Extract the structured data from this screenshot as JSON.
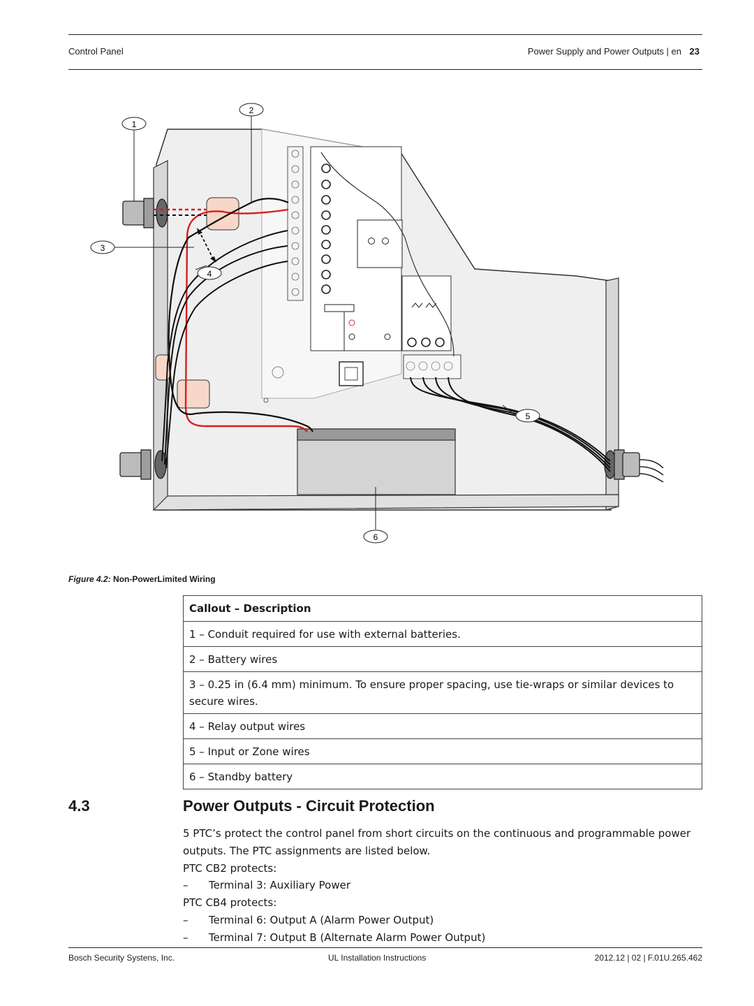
{
  "header": {
    "left": "Control Panel",
    "right": "Power Supply and Power Outputs | en",
    "page": "23"
  },
  "figure": {
    "callout_numbers": [
      "1",
      "2",
      "3",
      "4",
      "5",
      "6"
    ],
    "caption_label": "Figure 4.2:",
    "caption_title": "Non-PowerLimited Wiring",
    "colors": {
      "wire_red": "#d81e1e",
      "wire_black": "#111111",
      "enclosure": "#ececec",
      "battery": "#d4d4d4",
      "highlight": "#f6d7c8"
    }
  },
  "table": {
    "header": "Callout – Description",
    "rows": [
      "1 – Conduit required for use with external batteries.",
      "2 – Battery wires",
      "3 – 0.25 in (6.4 mm) minimum. To ensure proper spacing, use tie-wraps or similar devices to secure wires.",
      "4 – Relay output wires",
      "5 – Input or Zone wires",
      "6 – Standby battery"
    ]
  },
  "section": {
    "number": "4.3",
    "title": "Power Outputs - Circuit Protection",
    "intro": "5 PTC’s protect the control panel from short circuits on the continuous and programmable power outputs. The PTC assignments are listed below.",
    "cb2_label": "PTC CB2 protects:",
    "cb2_items": [
      "Terminal 3: Auxiliary Power"
    ],
    "cb4_label": "PTC CB4 protects:",
    "cb4_items": [
      "Terminal 6: Output A (Alarm Power Output)",
      "Terminal 7: Output B (Alternate Alarm Power Output)"
    ],
    "dash": "–"
  },
  "footer": {
    "left": "Bosch Security Systens, Inc.",
    "center": "UL Installation Instructions",
    "right": "2012.12 | 02 | F.01U.265.462"
  }
}
